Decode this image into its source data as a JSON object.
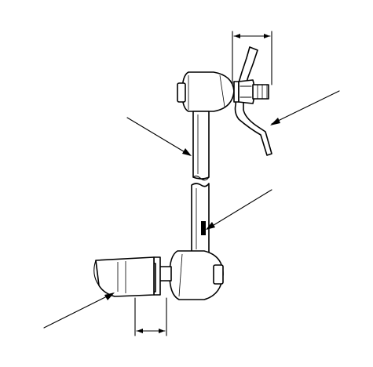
{
  "diagram": {
    "kind": "technical-line-drawing",
    "subject": "stabilizer link",
    "colors": {
      "line": "#000000",
      "background": "#ffffff"
    },
    "callouts": [
      {
        "name": "bracket-callout",
        "points_to": "upper-bracket"
      },
      {
        "name": "link-rod-callout",
        "points_to": "link-rod"
      },
      {
        "name": "mark-callout",
        "points_to": "rod-mark"
      },
      {
        "name": "stabilizer-bar-callout",
        "points_to": "stabilizer-bar"
      }
    ],
    "dimensions": [
      {
        "name": "upper-thread-dimension"
      },
      {
        "name": "lower-thread-dimension"
      }
    ]
  }
}
